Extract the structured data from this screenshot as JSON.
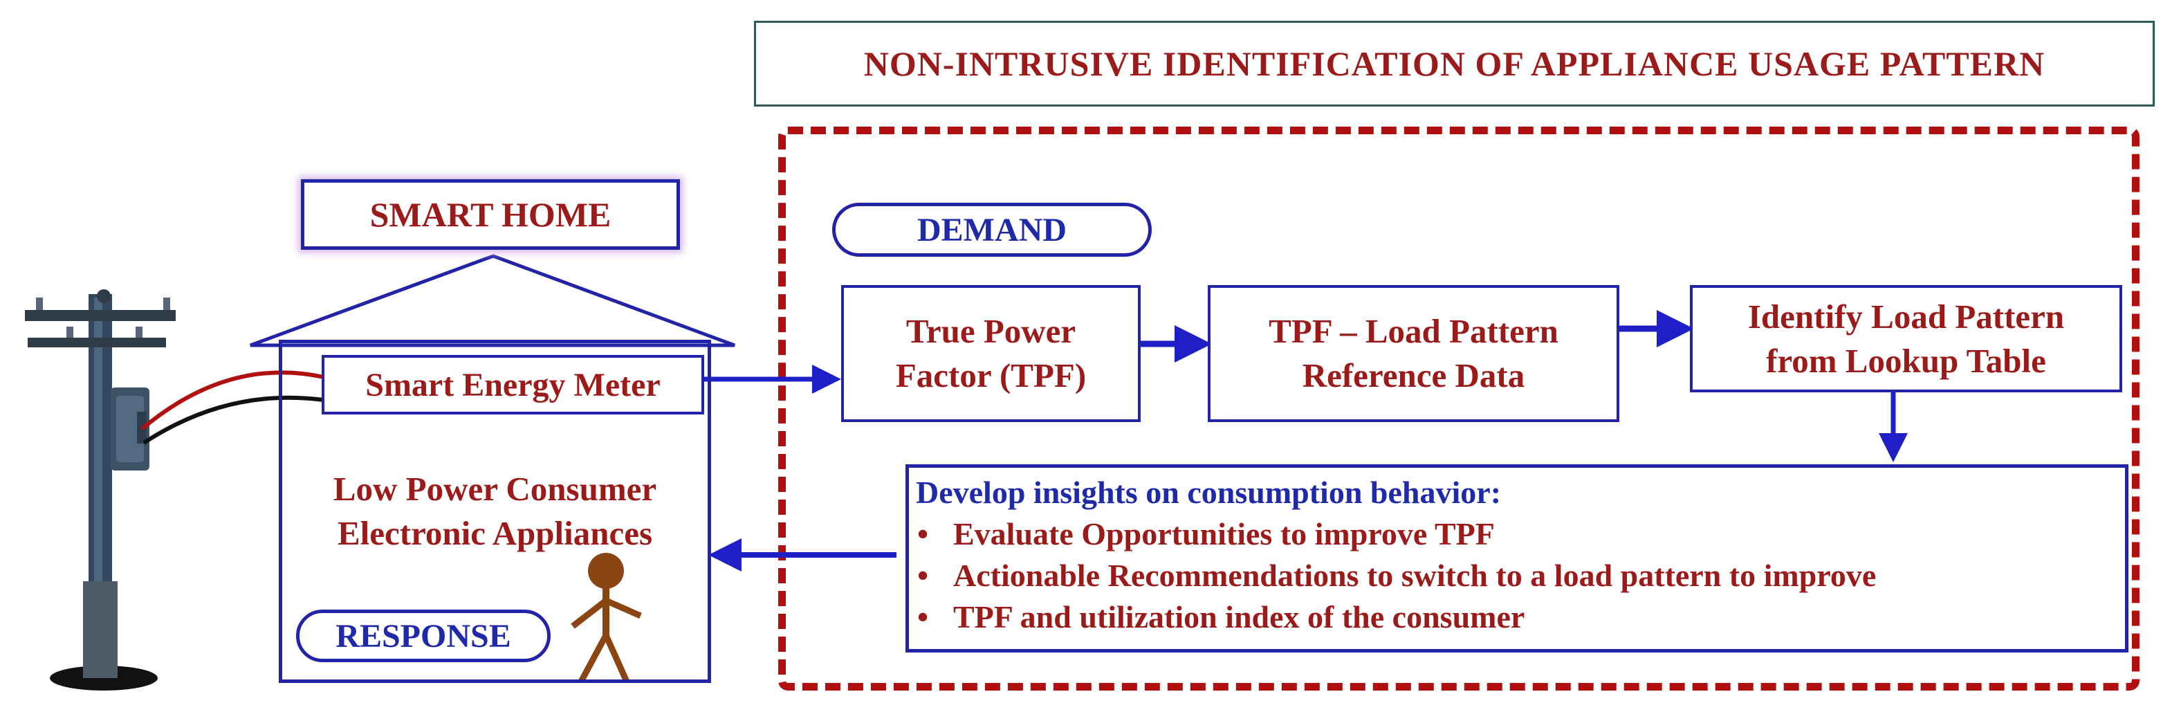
{
  "title": "NON-INTRUSIVE IDENTIFICATION OF APPLIANCE USAGE PATTERN",
  "home": {
    "label": "SMART HOME",
    "meter": "Smart Energy Meter",
    "consumer_line1": "Low Power Consumer",
    "consumer_line2": "Electronic Appliances",
    "response": "RESPONSE"
  },
  "flow": {
    "demand": "DEMAND",
    "tpf_line1": "True Power",
    "tpf_line2": "Factor (TPF)",
    "ref_line1": "TPF – Load Pattern",
    "ref_line2": "Reference Data",
    "lookup_line1": "Identify Load Pattern",
    "lookup_line2": "from Lookup Table"
  },
  "insights": {
    "heading": "Develop insights on consumption behavior:",
    "bullets": [
      "Evaluate Opportunities to improve TPF",
      "Actionable Recommendations to switch to a load pattern to improve",
      "TPF and utilization index of the consumer"
    ]
  },
  "colors": {
    "box_border": "#2323a8",
    "text_red": "#9b1b1b",
    "text_blue": "#1f2aa8",
    "dashed_frame": "#b01010",
    "arrow": "#1f1fc8",
    "person": "#8b4513",
    "pole": "#34475c"
  }
}
